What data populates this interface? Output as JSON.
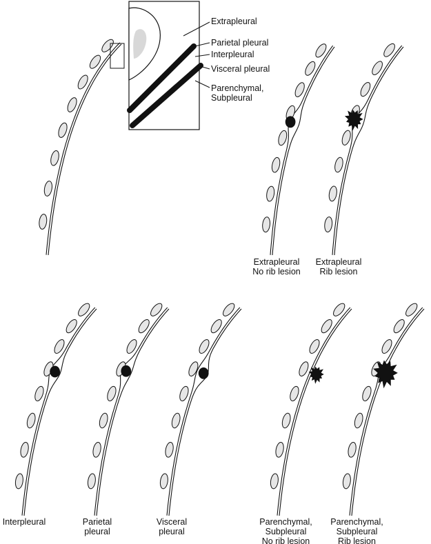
{
  "inset": {
    "labels": [
      {
        "key": "extrapleural",
        "text": "Extrapleural"
      },
      {
        "key": "parietal",
        "text": "Parietal pleural"
      },
      {
        "key": "interpleural",
        "text": "Interpleural"
      },
      {
        "key": "visceral",
        "text": "Visceral pleural"
      },
      {
        "key": "parenchymal",
        "text": "Parenchymal,\nSubpleural"
      }
    ]
  },
  "panels": {
    "extrapleural_no_rib": "Extrapleural\nNo rib lesion",
    "extrapleural_rib": "Extrapleural\nRib lesion",
    "interpleural": "Interpleural",
    "parietal": "Parietal\npleural",
    "visceral": "Visceral\npleural",
    "parenchymal_no_rib": "Parenchymal,\nSubpleural\nNo rib lesion",
    "parenchymal_rib": "Parenchymal,\nSubpleural\nRib lesion"
  },
  "colors": {
    "ink": "#111111",
    "rib_fill": "#e6e6e6",
    "lesion": "#111111"
  }
}
